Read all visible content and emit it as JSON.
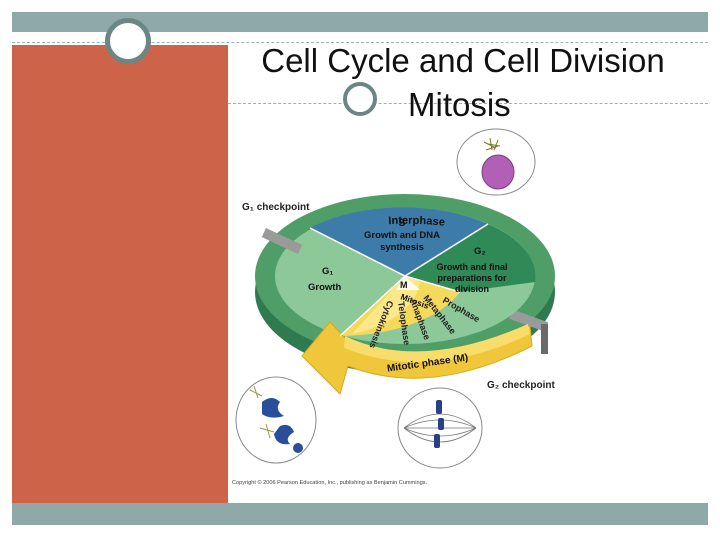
{
  "slide": {
    "title": "Cell Cycle and Cell Division",
    "subtitle": "Mitosis",
    "colors": {
      "accent_bar": "#8fa9a8",
      "side_panel": "#cd644a",
      "ring_border": "#6b8685"
    }
  },
  "diagram": {
    "checkpoints": {
      "g1": "G₁ checkpoint",
      "g2": "G₂ checkpoint"
    },
    "outer_ring_label": "Interphase",
    "s_phase": {
      "letter": "S",
      "line1": "Growth and DNA",
      "line2": "synthesis"
    },
    "g2_phase": {
      "letter": "G₂",
      "line1": "Growth and final",
      "line2": "preparations for",
      "line3": "division"
    },
    "g1_phase": {
      "letter": "G₁",
      "line1": "Growth"
    },
    "m_label": "M",
    "mitosis_label": "Mitosis",
    "mitotic_stages": [
      "Prophase",
      "Metaphase",
      "Anaphase",
      "Telophase",
      "Cytokinesis"
    ],
    "mitotic_band_label": "Mitotic phase (M)",
    "copyright": "Copyright © 2006 Pearson Education, Inc., publishing as Benjamin Cummings."
  }
}
